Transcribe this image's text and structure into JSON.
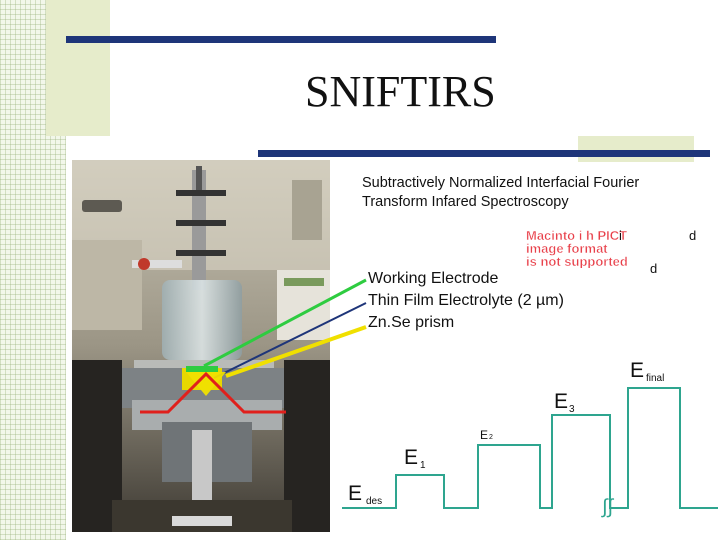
{
  "slide": {
    "title": "SNIFTIRS",
    "subtitle": "Subtractively Normalized Interfacial Fourier Transform Infared Spectroscopy",
    "labels": {
      "working_electrode": "Working Electrode",
      "thin_film": "Thin Film Electrolyte (2 µm)",
      "prism": "Zn.Se prism"
    },
    "placeholder": {
      "line1": "Macinto i h PICT",
      "line2": "image format",
      "line3": "is not supported",
      "text_i": "i",
      "text_d1": "d",
      "text_d2": "d"
    },
    "graph": {
      "e_des": "E",
      "e_des_sub": "des",
      "e1": "E",
      "e1_sub": "1",
      "e2": "E",
      "e2_sub": "2",
      "e3": "E",
      "e3_sub": "3",
      "e_final": "E",
      "e_final_sub": "final",
      "break_mark": "∫∫"
    },
    "colors": {
      "accent_bar": "#1e3579",
      "working_electrode_line": "#2ecc40",
      "thin_film_line": "#1e3579",
      "prism_line": "#f0e000",
      "ir_beam": "#e0201c",
      "placeholder_text": "#e8404a"
    }
  }
}
